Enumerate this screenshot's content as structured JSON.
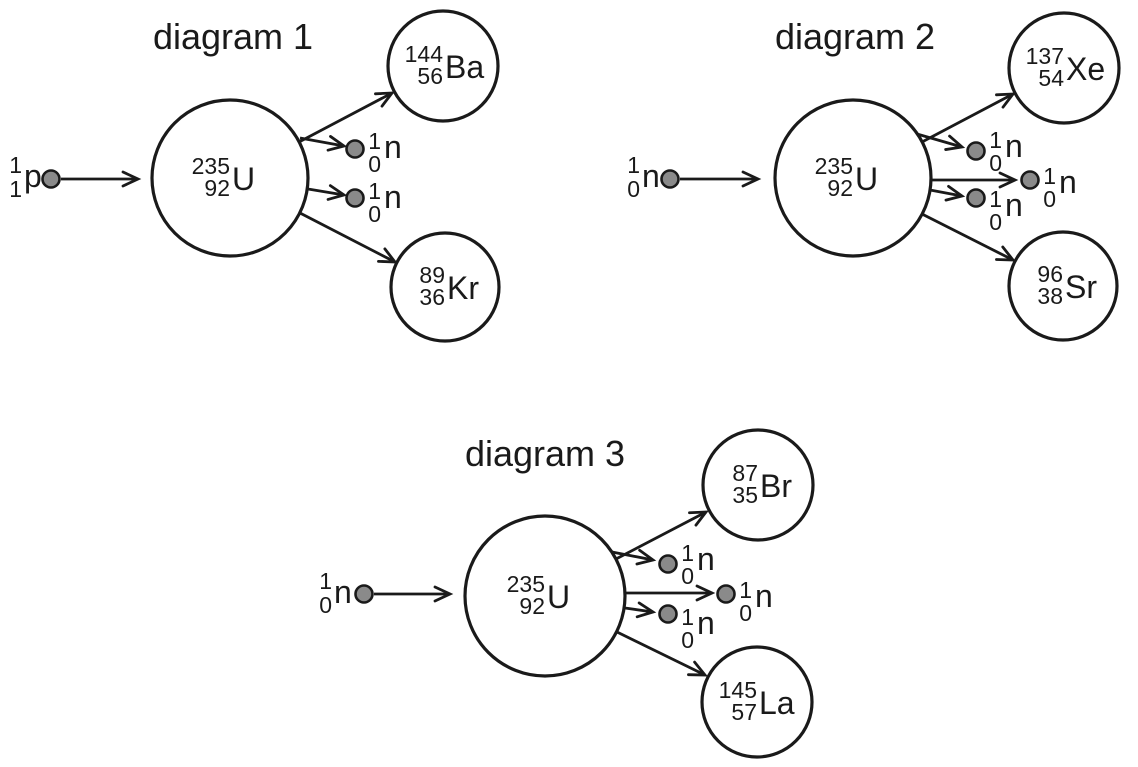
{
  "colors": {
    "background": "#ffffff",
    "line": "#1a1a1a",
    "text": "#1a1a1a",
    "particle_fill": "#8a8a8a"
  },
  "diagrams": [
    {
      "title": "diagram 1",
      "projectile": {
        "mass": "1",
        "z": "1",
        "symbol": "p"
      },
      "nucleus": {
        "mass": "235",
        "z": "92",
        "symbol": "U"
      },
      "fragment_top": {
        "mass": "144",
        "z": "56",
        "symbol": "Ba"
      },
      "fragment_bottom": {
        "mass": "89",
        "z": "36",
        "symbol": "Kr"
      },
      "neutrons_out": [
        {
          "mass": "1",
          "z": "0",
          "symbol": "n"
        },
        {
          "mass": "1",
          "z": "0",
          "symbol": "n"
        }
      ]
    },
    {
      "title": "diagram 2",
      "projectile": {
        "mass": "1",
        "z": "0",
        "symbol": "n"
      },
      "nucleus": {
        "mass": "235",
        "z": "92",
        "symbol": "U"
      },
      "fragment_top": {
        "mass": "137",
        "z": "54",
        "symbol": "Xe"
      },
      "fragment_bottom": {
        "mass": "96",
        "z": "38",
        "symbol": "Sr"
      },
      "neutrons_out": [
        {
          "mass": "1",
          "z": "0",
          "symbol": "n"
        },
        {
          "mass": "1",
          "z": "0",
          "symbol": "n"
        },
        {
          "mass": "1",
          "z": "0",
          "symbol": "n"
        }
      ]
    },
    {
      "title": "diagram 3",
      "projectile": {
        "mass": "1",
        "z": "0",
        "symbol": "n"
      },
      "nucleus": {
        "mass": "235",
        "z": "92",
        "symbol": "U"
      },
      "fragment_top": {
        "mass": "87",
        "z": "35",
        "symbol": "Br"
      },
      "fragment_bottom": {
        "mass": "145",
        "z": "57",
        "symbol": "La"
      },
      "neutrons_out": [
        {
          "mass": "1",
          "z": "0",
          "symbol": "n"
        },
        {
          "mass": "1",
          "z": "0",
          "symbol": "n"
        },
        {
          "mass": "1",
          "z": "0",
          "symbol": "n"
        }
      ]
    }
  ]
}
